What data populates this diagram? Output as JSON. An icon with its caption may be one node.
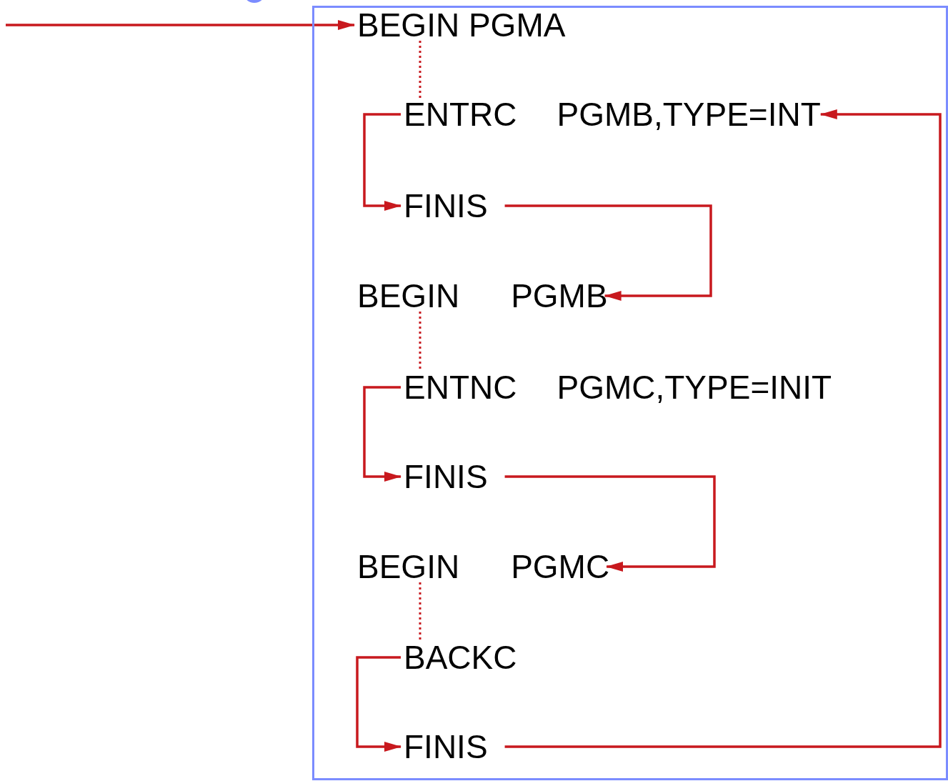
{
  "diagram": {
    "nodes": [
      {
        "text": [],
        "shape": "box"
      },
      {
        "text": [
          "BEGIN PGMA"
        ],
        "in": 0
      },
      {
        "text": [
          "ENTRC",
          "PGMB,TYPE=INT"
        ],
        "in": 0
      },
      {
        "text": [
          "FINIS"
        ],
        "in": 0
      },
      {
        "text": [
          "BEGIN",
          "PGMB"
        ],
        "in": 0
      },
      {
        "text": [
          "ENTNC",
          "PGMC,TYPE=INIT"
        ],
        "in": 0
      },
      {
        "text": [
          "FINIS"
        ],
        "in": 0
      },
      {
        "text": [
          "BEGIN",
          "PGMC"
        ],
        "in": 0
      },
      {
        "text": [
          "BACKC"
        ],
        "in": 0
      },
      {
        "text": [
          "FINIS"
        ],
        "in": 0
      }
    ],
    "edges": [
      {
        "from": null,
        "to": 1,
        "arrow": "to"
      },
      {
        "from": 1,
        "to": 2,
        "arrow": "none",
        "style": "dashed"
      },
      {
        "from": 2,
        "to": 3,
        "arrow": "to"
      },
      {
        "from": 3,
        "to": 4,
        "arrow": "to"
      },
      {
        "from": 4,
        "to": 5,
        "arrow": "none",
        "style": "dashed"
      },
      {
        "from": 5,
        "to": 6,
        "arrow": "to"
      },
      {
        "from": 6,
        "to": 7,
        "arrow": "to"
      },
      {
        "from": 7,
        "to": 8,
        "arrow": "none",
        "style": "dashed"
      },
      {
        "from": 8,
        "to": 9,
        "arrow": "to"
      },
      {
        "from": 9,
        "to": 2,
        "arrow": "to"
      }
    ]
  }
}
